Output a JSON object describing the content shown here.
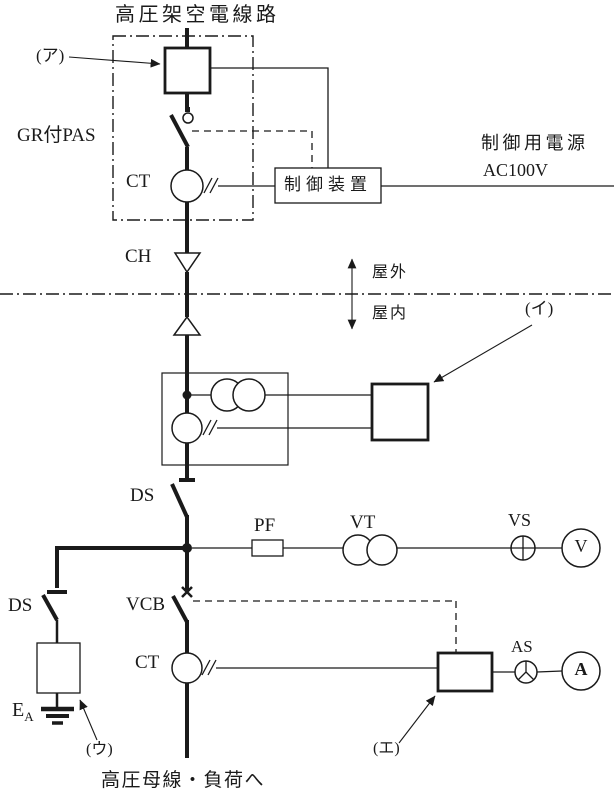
{
  "colors": {
    "line": "#1a1a1a",
    "background": "#ffffff"
  },
  "top": {
    "incoming_line": "高圧架空電線路"
  },
  "pas": {
    "enclosure_label": "GR付PAS",
    "pointer_label": "(ア)",
    "ct_label": "CT"
  },
  "control": {
    "device_label": "制御装置",
    "power_label_line1": "制御用電源",
    "power_label_line2": "AC100V"
  },
  "cable_head": {
    "label": "CH"
  },
  "boundary": {
    "outdoor": "屋外",
    "indoor": "屋内"
  },
  "metering_unit": {
    "pointer_label": "(イ)"
  },
  "ds_main": {
    "label": "DS"
  },
  "voltage_branch": {
    "pf_label": "PF",
    "vt_label": "VT",
    "vs_label": "VS",
    "voltmeter_letter": "V"
  },
  "earth_branch": {
    "ds_label": "DS",
    "earth_letter": "E",
    "earth_subscript": "A",
    "pointer_label": "(ウ)"
  },
  "feeder": {
    "vcb_label": "VCB",
    "ct_label": "CT",
    "pointer_label": "(エ)",
    "as_label": "AS",
    "ammeter_letter": "A"
  },
  "bottom": {
    "to_load": "高圧母線・負荷へ"
  }
}
